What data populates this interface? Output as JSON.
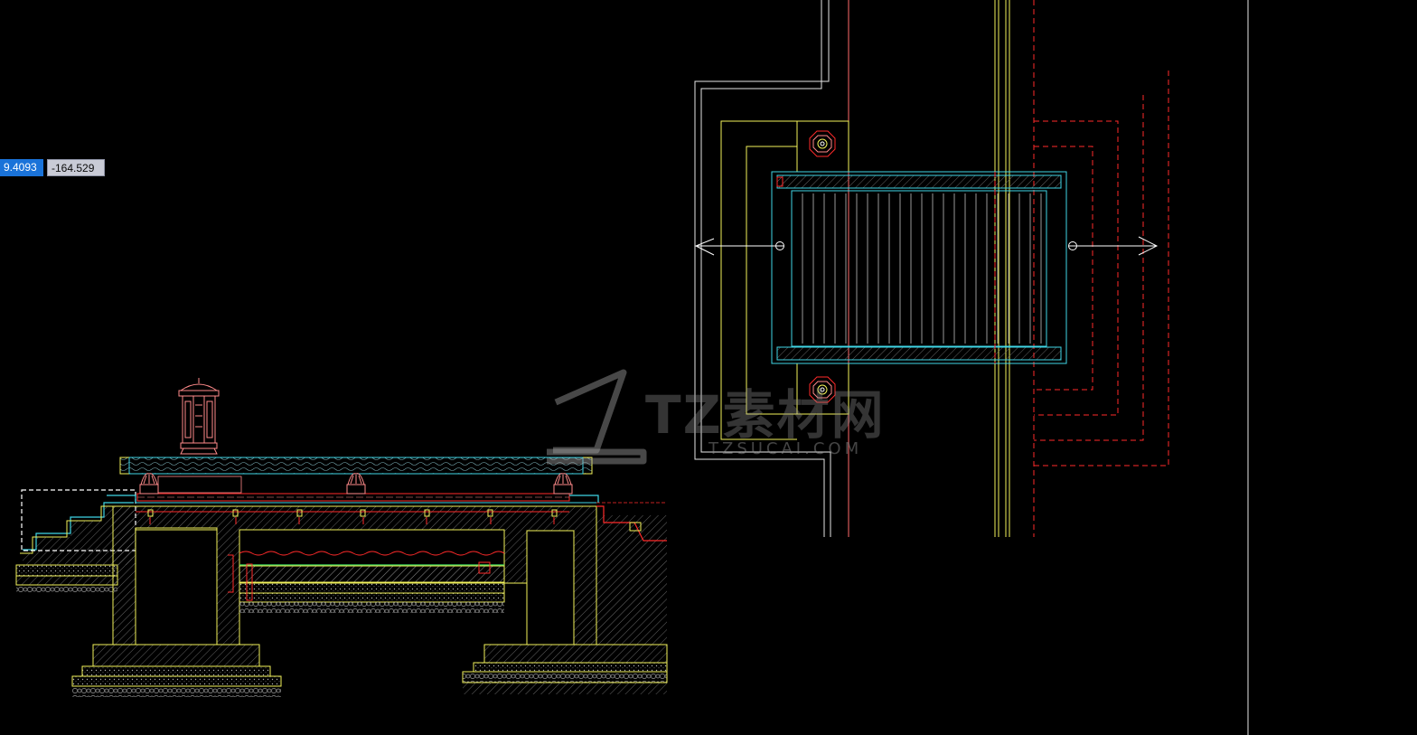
{
  "coordinate_input": {
    "x_value": "9.4093",
    "y_value": "-164.529"
  },
  "watermark": {
    "brand": "TZ素材网",
    "domain": "TZSUCAI.COM"
  },
  "colors": {
    "background": "#000000",
    "yellow": "#f2f25a",
    "cyan": "#3fd6e6",
    "red": "#ff2a2a",
    "white": "#e6e6e6",
    "pink": "#ff8a8a",
    "green": "#3ecf5a",
    "hatch": "#9a9a9a"
  }
}
